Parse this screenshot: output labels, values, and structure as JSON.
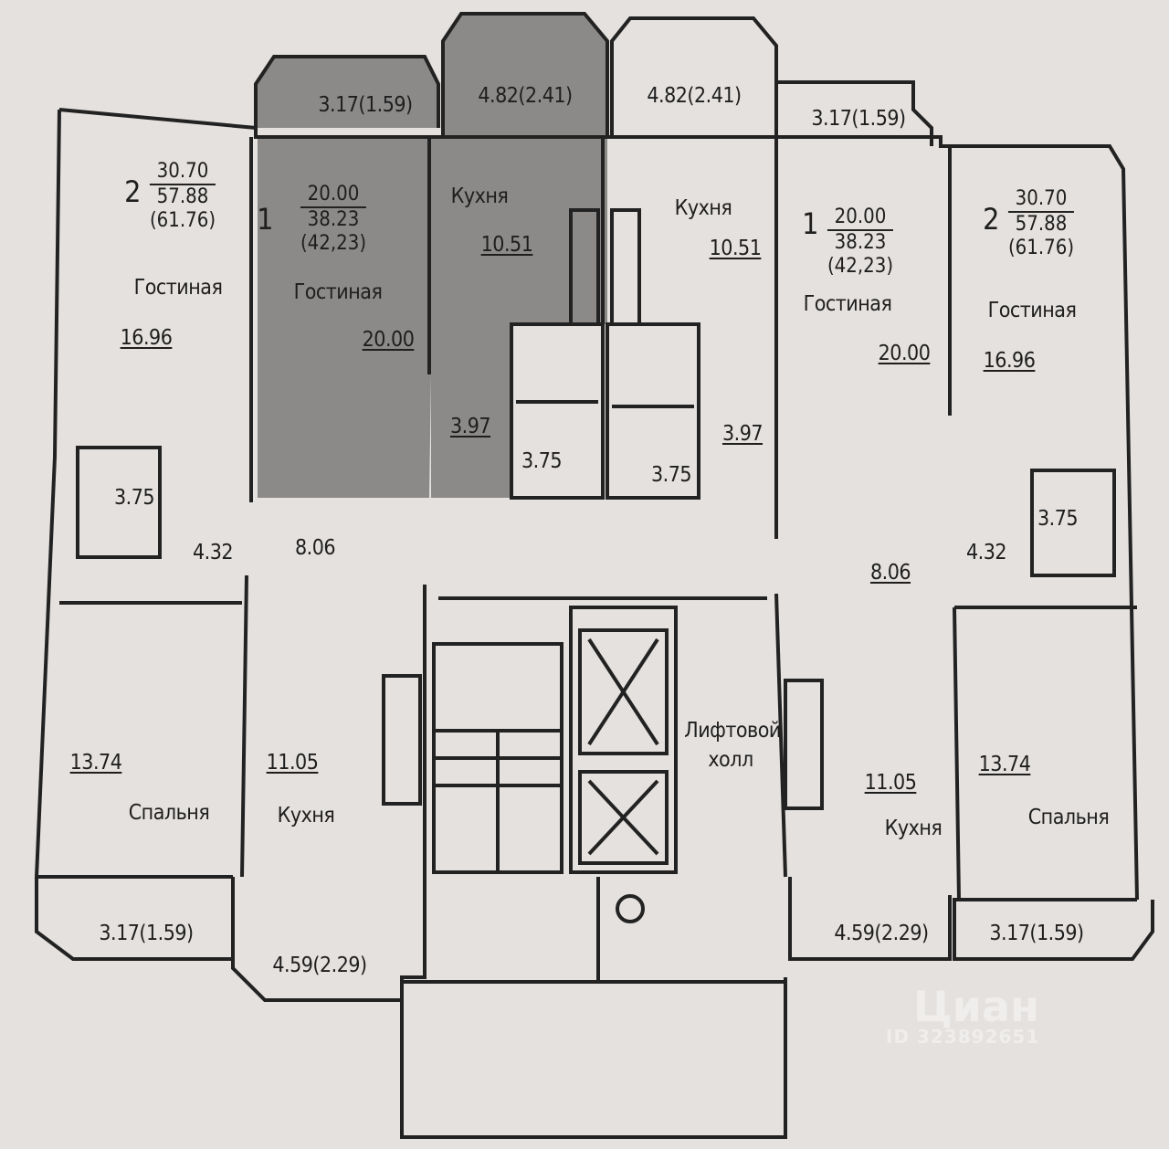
{
  "balconies_top": [
    "3.17(1.59)",
    "4.82(2.41)",
    "4.82(2.41)",
    "3.17(1.59)"
  ],
  "balconies_bottom": [
    "3.17(1.59)",
    "4.59(2.29)",
    "4.59(2.29)",
    "3.17(1.59)"
  ],
  "apartments": {
    "left_2room": {
      "rooms": "2",
      "living": "30.70",
      "total": "57.88",
      "total_with_balcony": "(61.76)",
      "living_room_label": "Гостиная",
      "living_room_area": "16.96",
      "bathroom_area": "3.75",
      "hall_area": "4.32",
      "corridor_area": "8.06",
      "bedroom_area": "13.74",
      "bedroom_label": "Спальня",
      "kitchen_area": "11.05",
      "kitchen_label": "Кухня"
    },
    "left_1room": {
      "rooms": "1",
      "living": "20.00",
      "total": "38.23",
      "total_with_balcony": "(42,23)",
      "living_room_label": "Гостиная",
      "living_room_area": "20.00",
      "kitchen_label": "Кухня",
      "kitchen_area": "10.51",
      "hall_area": "3.97",
      "bathroom_area": "3.75"
    },
    "right_1room": {
      "rooms": "1",
      "living": "20.00",
      "total": "38.23",
      "total_with_balcony": "(42,23)",
      "living_room_label": "Гостиная",
      "living_room_area": "20.00",
      "kitchen_label": "Кухня",
      "kitchen_area": "10.51",
      "hall_area": "3.97",
      "bathroom_area": "3.75"
    },
    "right_2room": {
      "rooms": "2",
      "living": "30.70",
      "total": "57.88",
      "total_with_balcony": "(61.76)",
      "living_room_label": "Гостиная",
      "living_room_area": "16.96",
      "bathroom_area": "3.75",
      "hall_area": "4.32",
      "corridor_area": "8.06",
      "bedroom_area": "13.74",
      "bedroom_label": "Спальня",
      "kitchen_area": "11.05",
      "kitchen_label": "Кухня"
    }
  },
  "elevator_hall": {
    "line1": "Лифтовой",
    "line2": "холл"
  },
  "watermark": {
    "brand": "Циан",
    "id": "ID 323892651"
  },
  "colors": {
    "paper": "#e4e1de",
    "wall": "#222222",
    "highlight": "#8c8a89"
  }
}
